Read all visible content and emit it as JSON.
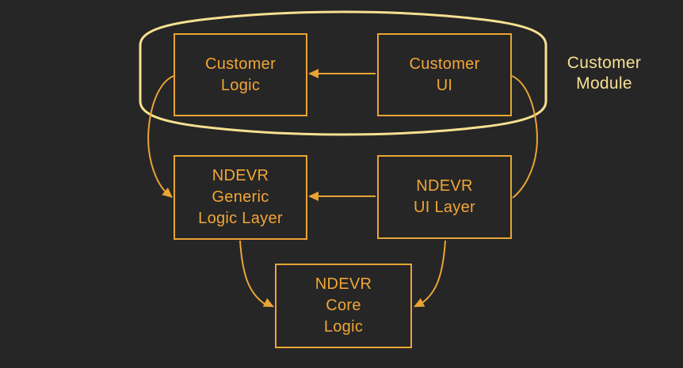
{
  "diagram": {
    "type": "architecture-flow",
    "module": {
      "id": "customer-module",
      "label": "Customer\nModule",
      "contains": [
        "customer-logic",
        "customer-ui"
      ]
    },
    "boxes": [
      {
        "id": "customer-logic",
        "label": "Customer\nLogic"
      },
      {
        "id": "customer-ui",
        "label": "Customer\nUI"
      },
      {
        "id": "ndevr-generic-logic-layer",
        "label": "NDEVR\nGeneric\nLogic Layer"
      },
      {
        "id": "ndevr-ui-layer",
        "label": "NDEVR\nUI Layer"
      },
      {
        "id": "ndevr-core-logic",
        "label": "NDEVR\nCore\nLogic"
      }
    ],
    "edges": [
      {
        "from": "customer-ui",
        "to": "customer-logic",
        "style": "straight-arrow"
      },
      {
        "from": "ndevr-ui-layer",
        "to": "ndevr-generic-logic-layer",
        "style": "straight-arrow"
      },
      {
        "from": "customer-logic",
        "to": "ndevr-generic-logic-layer",
        "style": "curved-arrow"
      },
      {
        "from": "customer-ui",
        "to": "ndevr-ui-layer",
        "style": "curved-line"
      },
      {
        "from": "ndevr-generic-logic-layer",
        "to": "ndevr-core-logic",
        "style": "curved-arrow"
      },
      {
        "from": "ndevr-ui-layer",
        "to": "ndevr-core-logic",
        "style": "curved-arrow"
      }
    ],
    "colors": {
      "background": "#262626",
      "box_stroke": "#E9A434",
      "box_text": "#F2A636",
      "module_boundary": "#F7E091",
      "module_label": "#F7E091"
    }
  }
}
